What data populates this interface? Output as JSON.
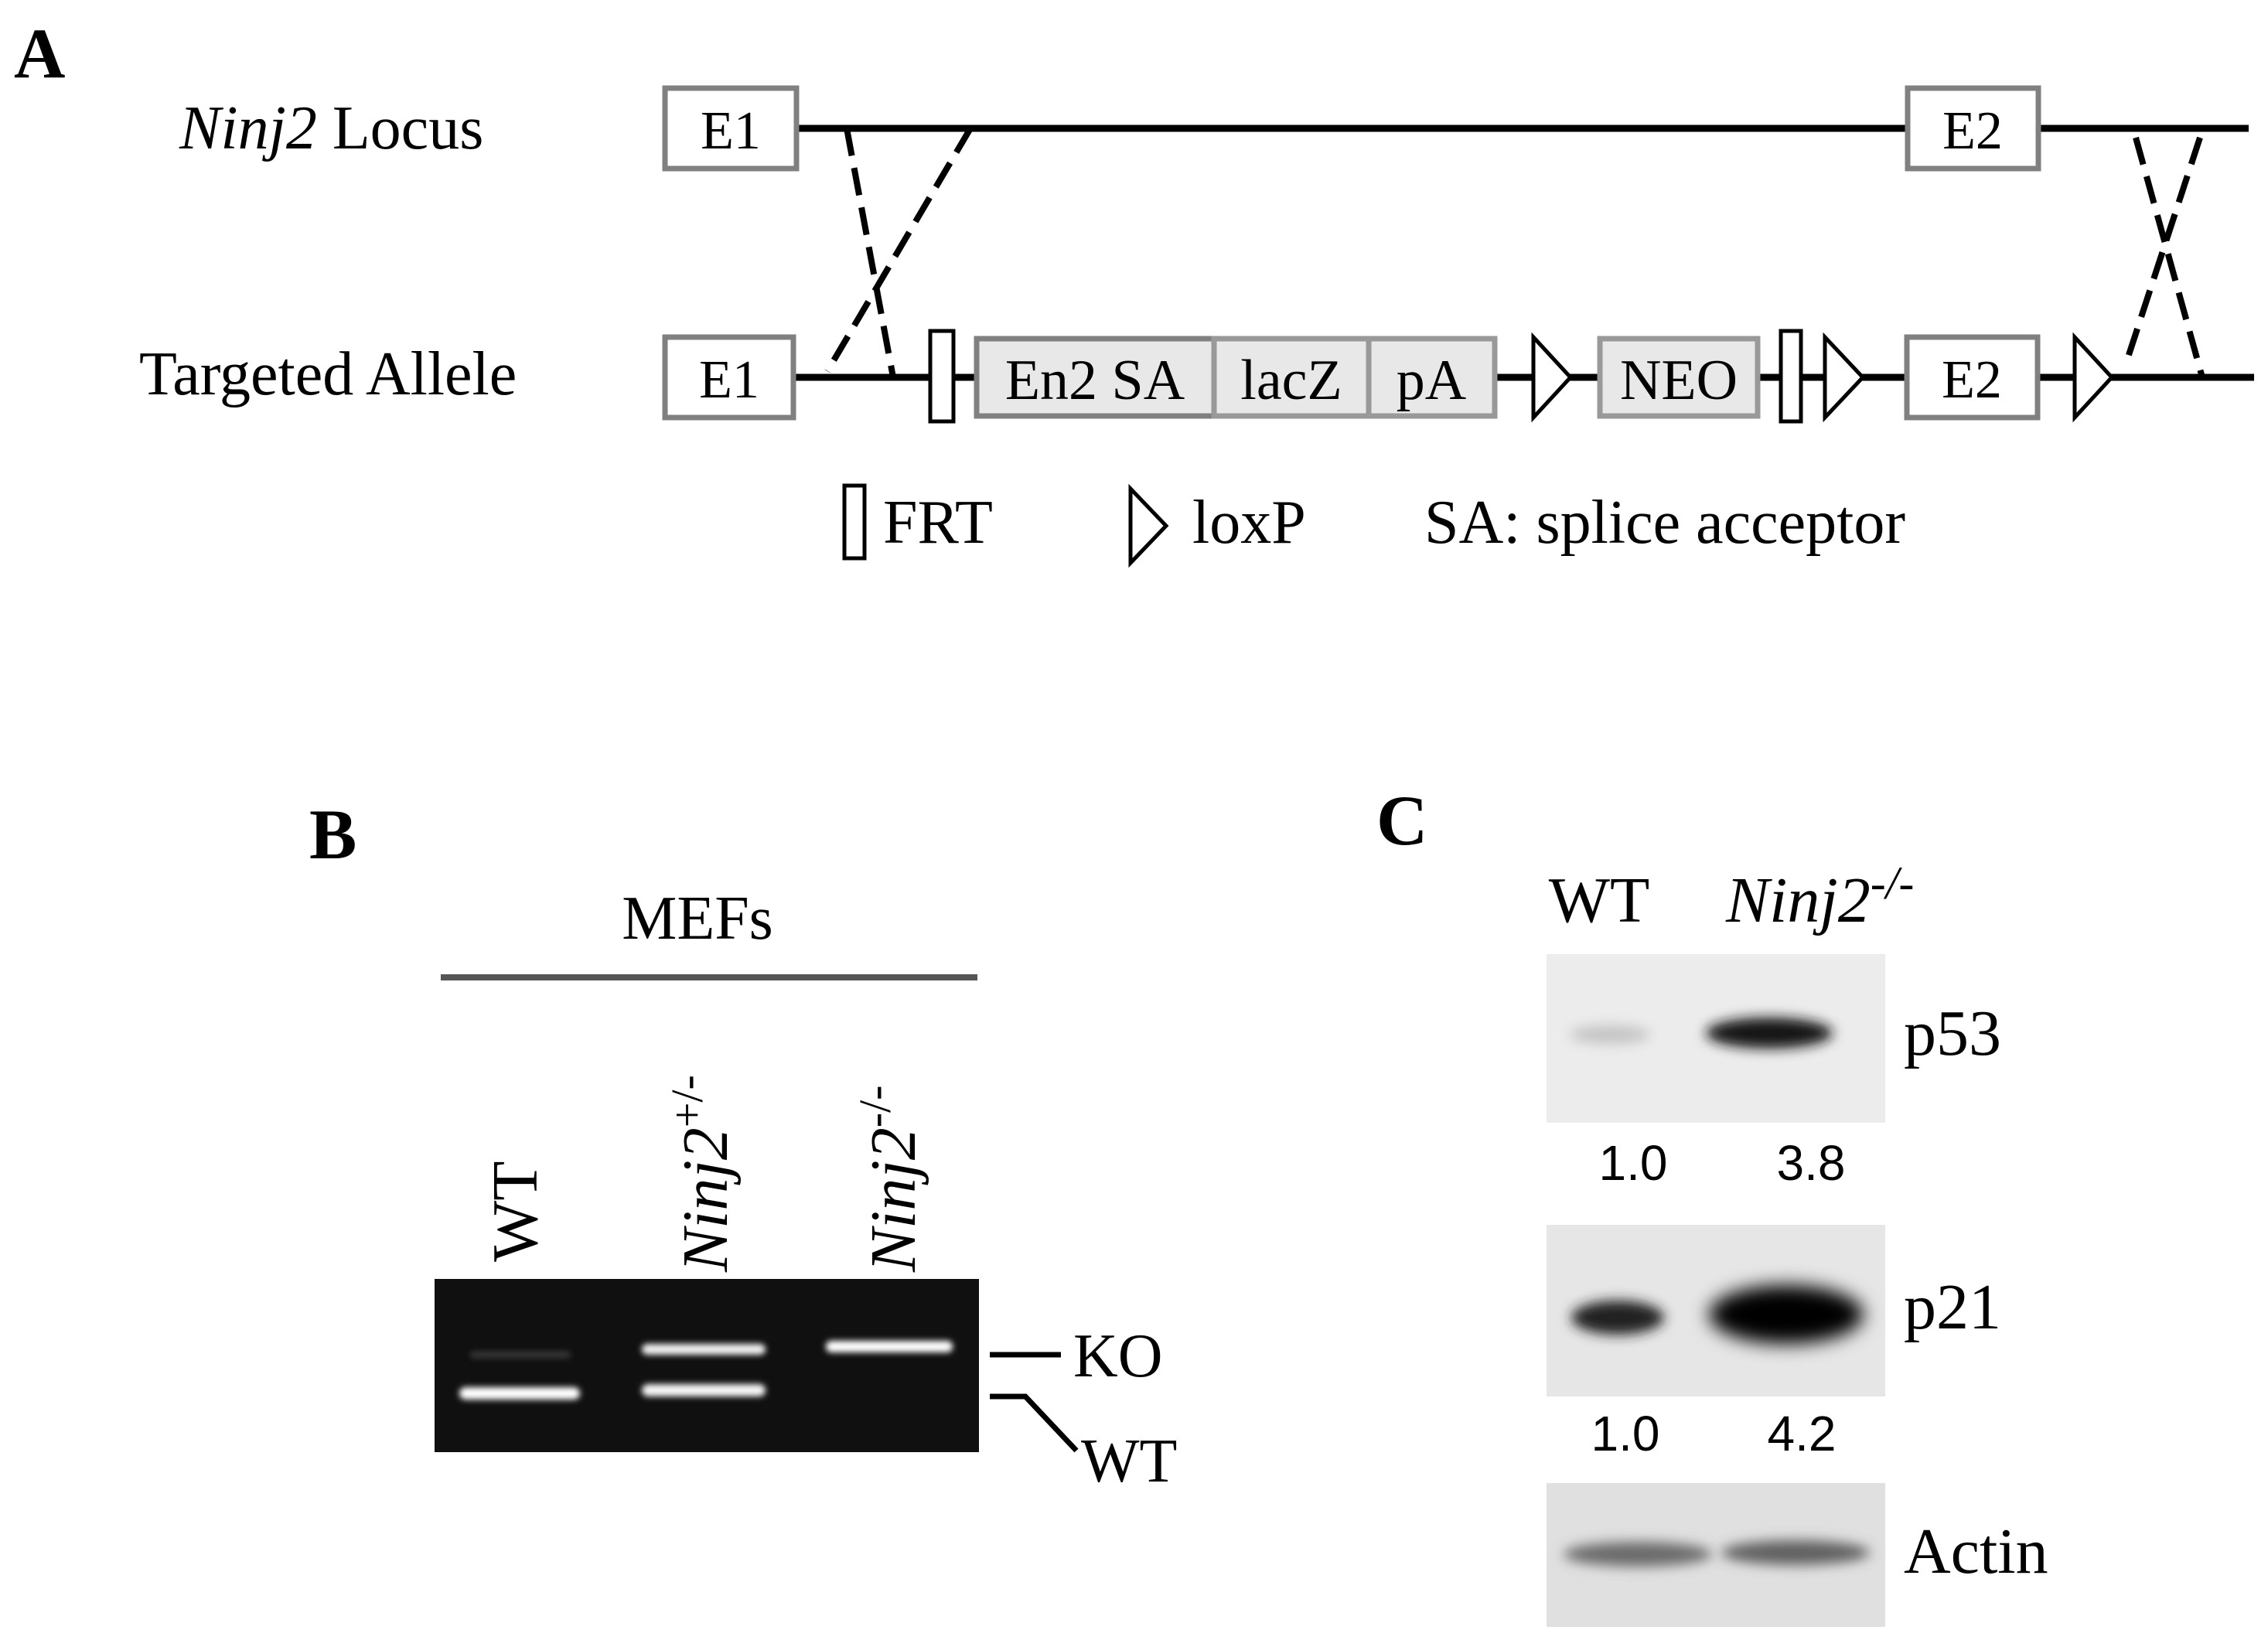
{
  "panels": {
    "a": {
      "letter": "A",
      "locus_label_gene": "Ninj2",
      "locus_label_rest": " Locus",
      "allele_label": "Targeted Allele",
      "locus_exons": [
        "E1",
        "E2"
      ],
      "allele_boxes": {
        "e1": "E1",
        "en2sa": "En2 SA",
        "lacz": "lacZ",
        "pa": "pA",
        "neo": "NEO",
        "e2": "E2"
      },
      "legend": {
        "frt": "FRT",
        "loxp": "loxP",
        "sa": "SA: splice acceptor"
      }
    },
    "b": {
      "letter": "B",
      "group_label": "MEFs",
      "lanes": [
        {
          "label": "WT",
          "italic": "",
          "sup": ""
        },
        {
          "label": "",
          "italic": "Ninj2",
          "sup": "+/-"
        },
        {
          "label": "",
          "italic": "Ninj2",
          "sup": "-/-"
        }
      ],
      "band_labels": {
        "ko": "KO",
        "wt": "WT"
      }
    },
    "c": {
      "letter": "C",
      "col_wt": "WT",
      "col_ko_gene": "Ninj2",
      "col_ko_sup": "-/-",
      "blots": [
        {
          "label": "p53",
          "quant": [
            "1.0",
            "3.8"
          ]
        },
        {
          "label": "p21",
          "quant": [
            "1.0",
            "4.2"
          ]
        },
        {
          "label": "Actin",
          "quant": []
        }
      ]
    }
  },
  "colors": {
    "ink": "#000000",
    "box_border": "#808080",
    "box_fill_grey": "#e8e8e8",
    "gel": "#101010",
    "gel_band": "#ffffff",
    "blot_bg": "#ececec"
  }
}
